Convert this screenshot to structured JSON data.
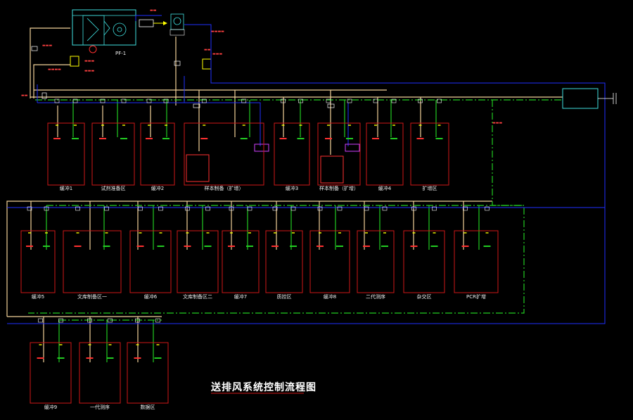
{
  "title": "送排风系统控制流程图",
  "unit_label": "PF-1",
  "colors": {
    "background": "#000000",
    "supply_duct": "#f3d39a",
    "exhaust_duct": "#22cc22",
    "control_line": "#2030ff",
    "room_outline": "#d01818",
    "valve": "#ffff00"
  },
  "upper_rooms": [
    {
      "label": "缓冲1"
    },
    {
      "label": "试剂准备区"
    },
    {
      "label": "缓冲2"
    },
    {
      "label": "样本制备（扩增）"
    },
    {
      "label": "缓冲3"
    },
    {
      "label": "样本制备（扩增）"
    },
    {
      "label": "缓冲4"
    },
    {
      "label": "扩增区"
    }
  ],
  "middle_rooms": [
    {
      "label": "缓冲5"
    },
    {
      "label": "文库制备区一"
    },
    {
      "label": "缓冲6"
    },
    {
      "label": "文库制备区二"
    },
    {
      "label": "缓冲7"
    },
    {
      "label": "质控区"
    },
    {
      "label": "缓冲8"
    },
    {
      "label": "二代测序"
    },
    {
      "label": "杂交区"
    },
    {
      "label": "PCR扩增"
    }
  ],
  "lower_rooms": [
    {
      "label": "缓冲9"
    },
    {
      "label": "一代测序"
    },
    {
      "label": "数据区"
    }
  ]
}
